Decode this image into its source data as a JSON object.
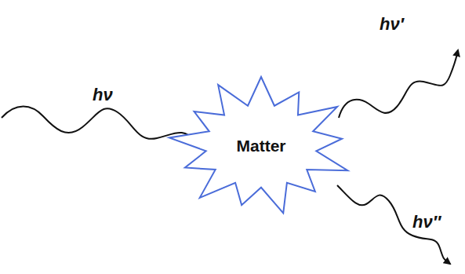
{
  "diagram": {
    "nodes": [
      {
        "text": [
          "Matter"
        ]
      }
    ],
    "labels": [
      "hν",
      "hν′",
      "hν″"
    ]
  }
}
